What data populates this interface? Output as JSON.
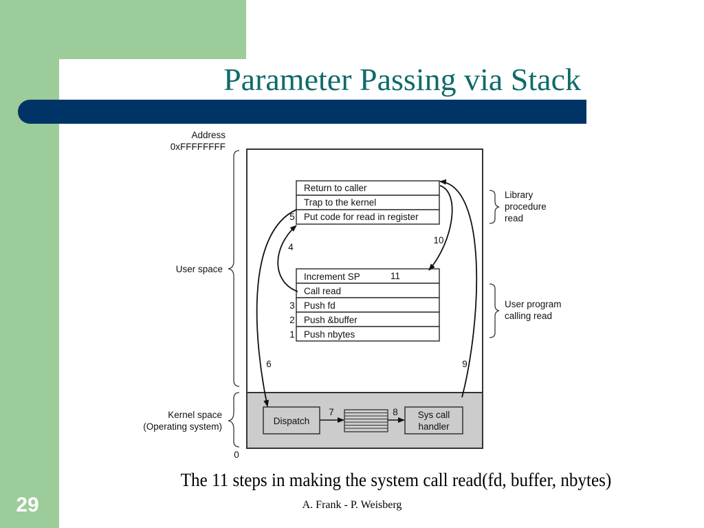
{
  "slide": {
    "title": "Parameter Passing via Stack",
    "caption": "The 11 steps in making the system call read(fd, buffer, nbytes)",
    "author": "A. Frank - P. Weisberg",
    "page_number": "29",
    "colors": {
      "title_text": "#0e6b6a",
      "title_bar": "#003466",
      "sidebar_green": "#9ccc9a",
      "kernel_fill": "#cccccc"
    }
  },
  "diagram": {
    "address_label": "Address",
    "address_high": "0xFFFFFFFF",
    "address_low": "0",
    "regions": {
      "user_space": "User space",
      "kernel_space_line1": "Kernel space",
      "kernel_space_line2": "(Operating system)"
    },
    "library_group": {
      "line1": "Library",
      "line2": "procedure",
      "line3": "read"
    },
    "user_program_group": {
      "line1": "User program",
      "line2": "calling read"
    },
    "library_rows": [
      "Return to caller",
      "Trap to the kernel",
      "Put code for read in register"
    ],
    "program_rows": [
      "Increment SP",
      "Call read",
      "Push fd",
      "Push &buffer",
      "Push nbytes"
    ],
    "kernel_boxes": {
      "dispatch": "Dispatch",
      "handler_line1": "Sys call",
      "handler_line2": "handler"
    },
    "step_labels": {
      "s1": "1",
      "s2": "2",
      "s3": "3",
      "s4": "4",
      "s5": "5",
      "s6": "6",
      "s7": "7",
      "s8": "8",
      "s9": "9",
      "s10": "10",
      "s11": "11"
    }
  }
}
